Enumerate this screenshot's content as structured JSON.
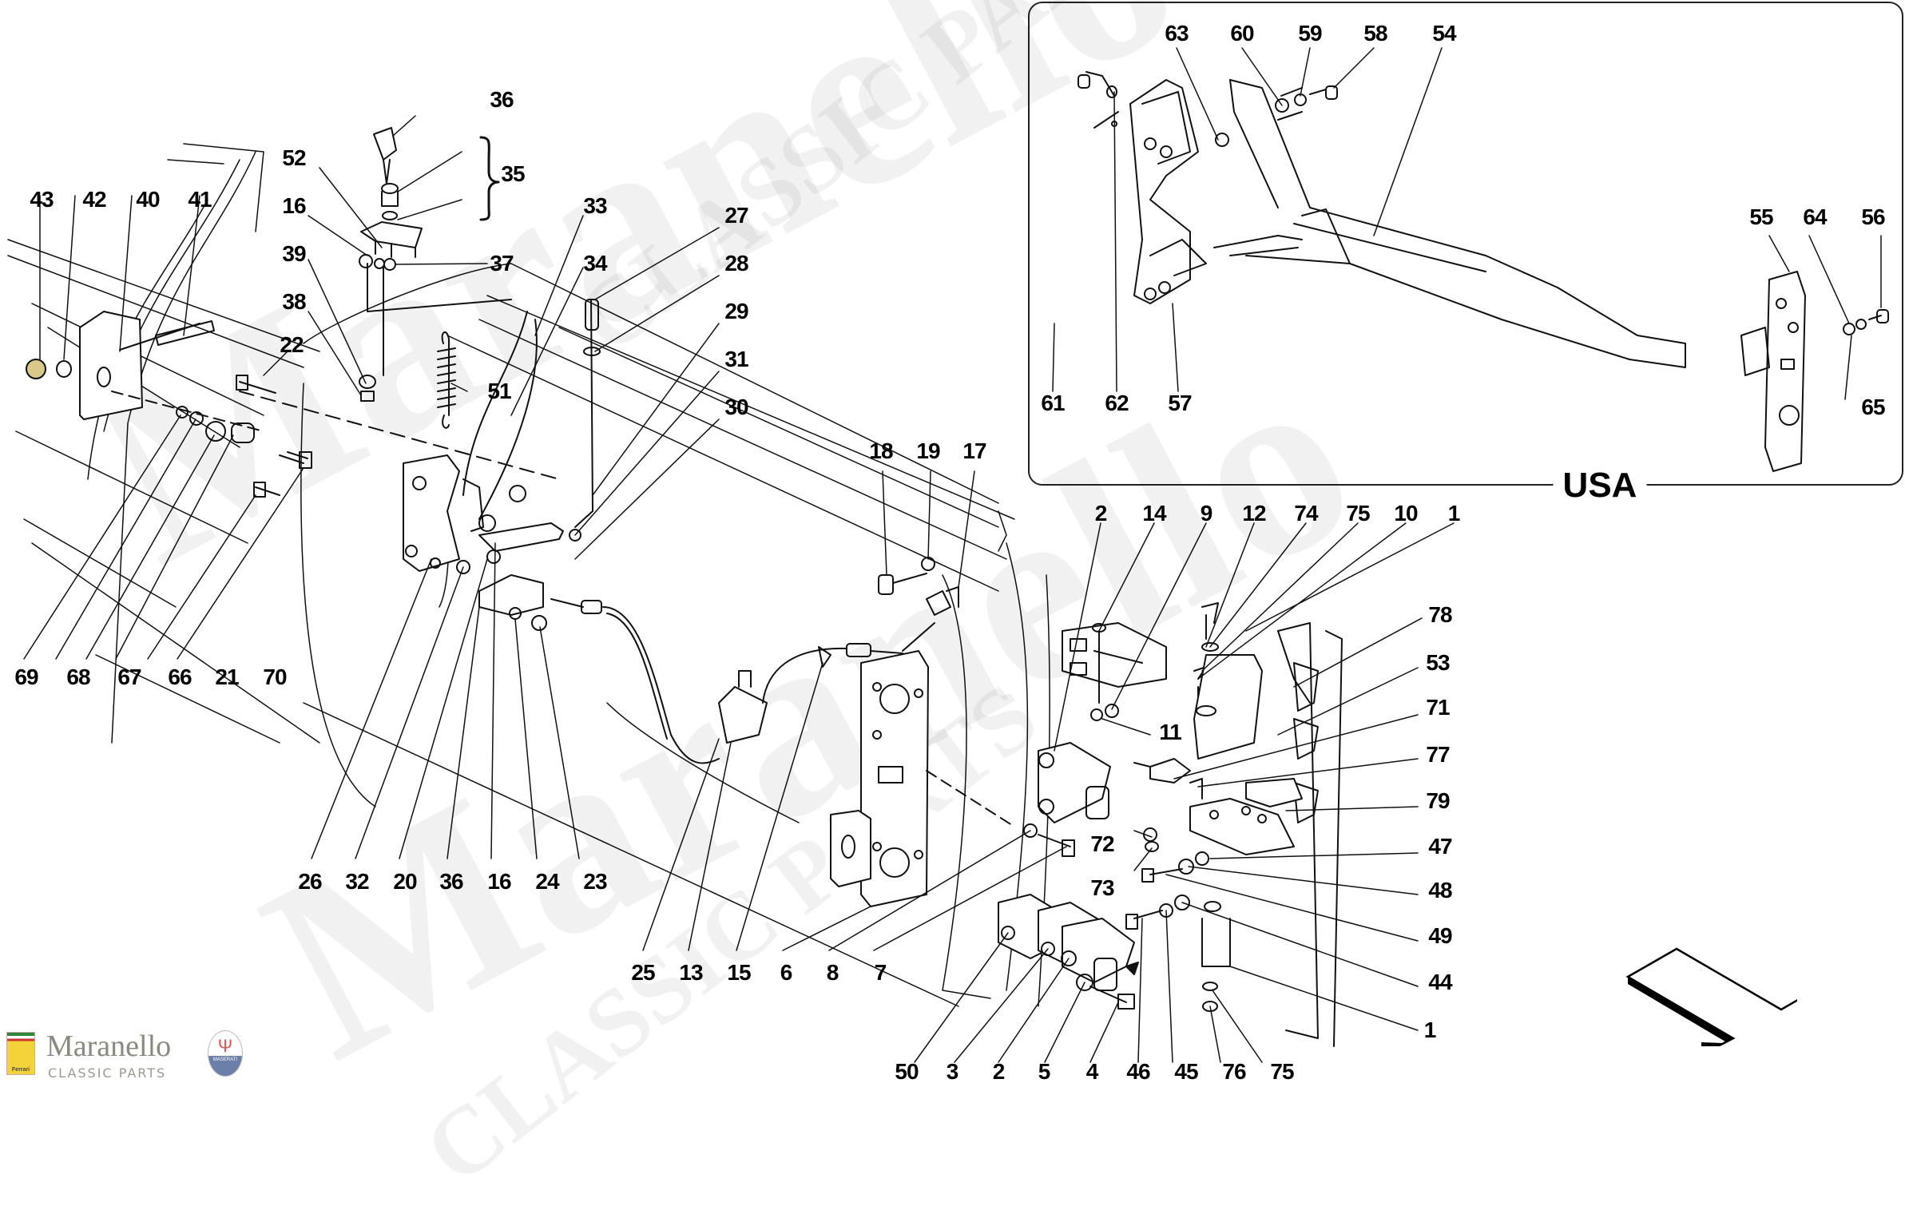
{
  "diagram": {
    "title": "Door Lock and Hinge Assembly Exploded Parts Diagram",
    "watermark": {
      "main_text": "Maranello",
      "sub_text": "CLASSIC PARTS"
    },
    "inset": {
      "label": "USA",
      "callouts": [
        {
          "id": "63",
          "label": "63"
        },
        {
          "id": "60",
          "label": "60"
        },
        {
          "id": "59",
          "label": "59"
        },
        {
          "id": "58",
          "label": "58"
        },
        {
          "id": "54",
          "label": "54"
        },
        {
          "id": "55",
          "label": "55"
        },
        {
          "id": "64",
          "label": "64"
        },
        {
          "id": "56",
          "label": "56"
        },
        {
          "id": "61",
          "label": "61"
        },
        {
          "id": "62",
          "label": "62"
        },
        {
          "id": "57",
          "label": "57"
        },
        {
          "id": "65",
          "label": "65"
        }
      ]
    },
    "callouts": [
      {
        "id": "36a",
        "label": "36"
      },
      {
        "id": "35",
        "label": "35"
      },
      {
        "id": "52",
        "label": "52"
      },
      {
        "id": "16a",
        "label": "16"
      },
      {
        "id": "37",
        "label": "37"
      },
      {
        "id": "39",
        "label": "39"
      },
      {
        "id": "38",
        "label": "38"
      },
      {
        "id": "43",
        "label": "43"
      },
      {
        "id": "42",
        "label": "42"
      },
      {
        "id": "40",
        "label": "40"
      },
      {
        "id": "41",
        "label": "41"
      },
      {
        "id": "22",
        "label": "22"
      },
      {
        "id": "51",
        "label": "51"
      },
      {
        "id": "33",
        "label": "33"
      },
      {
        "id": "34",
        "label": "34"
      },
      {
        "id": "27",
        "label": "27"
      },
      {
        "id": "28",
        "label": "28"
      },
      {
        "id": "29",
        "label": "29"
      },
      {
        "id": "31",
        "label": "31"
      },
      {
        "id": "30",
        "label": "30"
      },
      {
        "id": "18",
        "label": "18"
      },
      {
        "id": "19",
        "label": "19"
      },
      {
        "id": "17",
        "label": "17"
      },
      {
        "id": "69",
        "label": "69"
      },
      {
        "id": "68",
        "label": "68"
      },
      {
        "id": "67",
        "label": "67"
      },
      {
        "id": "66",
        "label": "66"
      },
      {
        "id": "21",
        "label": "21"
      },
      {
        "id": "70",
        "label": "70"
      },
      {
        "id": "26",
        "label": "26"
      },
      {
        "id": "32",
        "label": "32"
      },
      {
        "id": "20",
        "label": "20"
      },
      {
        "id": "36b",
        "label": "36"
      },
      {
        "id": "16b",
        "label": "16"
      },
      {
        "id": "24",
        "label": "24"
      },
      {
        "id": "23",
        "label": "23"
      },
      {
        "id": "25",
        "label": "25"
      },
      {
        "id": "13",
        "label": "13"
      },
      {
        "id": "15",
        "label": "15"
      },
      {
        "id": "6",
        "label": "6"
      },
      {
        "id": "8",
        "label": "8"
      },
      {
        "id": "7",
        "label": "7"
      },
      {
        "id": "2a",
        "label": "2"
      },
      {
        "id": "14",
        "label": "14"
      },
      {
        "id": "9",
        "label": "9"
      },
      {
        "id": "12",
        "label": "12"
      },
      {
        "id": "74",
        "label": "74"
      },
      {
        "id": "75a",
        "label": "75"
      },
      {
        "id": "10",
        "label": "10"
      },
      {
        "id": "1a",
        "label": "1"
      },
      {
        "id": "78",
        "label": "78"
      },
      {
        "id": "53",
        "label": "53"
      },
      {
        "id": "71",
        "label": "71"
      },
      {
        "id": "77",
        "label": "77"
      },
      {
        "id": "79",
        "label": "79"
      },
      {
        "id": "11",
        "label": "11"
      },
      {
        "id": "72",
        "label": "72"
      },
      {
        "id": "73",
        "label": "73"
      },
      {
        "id": "47",
        "label": "47"
      },
      {
        "id": "48",
        "label": "48"
      },
      {
        "id": "49",
        "label": "49"
      },
      {
        "id": "44",
        "label": "44"
      },
      {
        "id": "1b",
        "label": "1"
      },
      {
        "id": "50",
        "label": "50"
      },
      {
        "id": "3",
        "label": "3"
      },
      {
        "id": "2b",
        "label": "2"
      },
      {
        "id": "5",
        "label": "5"
      },
      {
        "id": "4",
        "label": "4"
      },
      {
        "id": "46",
        "label": "46"
      },
      {
        "id": "45",
        "label": "45"
      },
      {
        "id": "76",
        "label": "76"
      },
      {
        "id": "75b",
        "label": "75"
      }
    ],
    "brand": {
      "name": "Maranello",
      "subtitle": "CLASSIC PARTS",
      "left_badge": "Ferrari",
      "right_badge": "MASERATI"
    }
  }
}
